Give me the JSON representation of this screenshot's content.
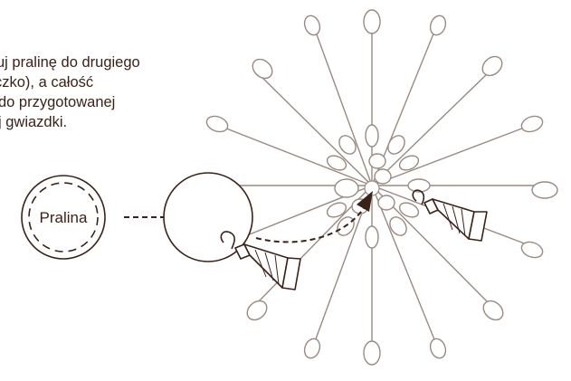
{
  "instruction": {
    "lines": [
      "uj pralinę do drugiego",
      "czko), a całość",
      "do przygotowanej",
      "j gwiazdki."
    ]
  },
  "pralina": {
    "label": "Pralina"
  },
  "colors": {
    "ink": "#3b2219",
    "star_line": "#9a8a82",
    "fill": "#ffffff"
  },
  "icons": {
    "left_hand": "piping-bag-icon",
    "right_hand": "piping-bag-icon",
    "star": "skewer-star-icon"
  }
}
